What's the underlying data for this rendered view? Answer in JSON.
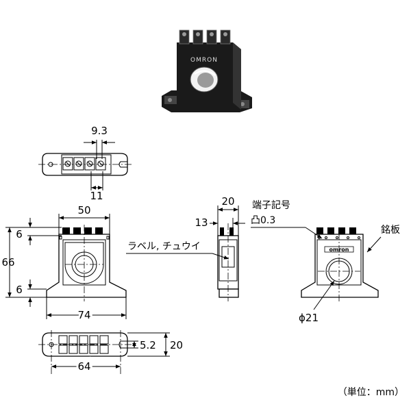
{
  "colors": {
    "ink": "#000000",
    "background": "#ffffff",
    "product_body": "#1a1a1a"
  },
  "product_photo": {
    "brand": "OMRON"
  },
  "top_view": {
    "pitch": "9.3",
    "span": "11"
  },
  "front_view": {
    "width": "50",
    "height": "66",
    "top_offset": "6",
    "bottom_offset": "6",
    "base_width": "74"
  },
  "side_view": {
    "width": "20",
    "protrusion": "13",
    "label": "ラベル, チュウイ"
  },
  "right_view": {
    "terminal_marking": "端子記号",
    "terminal_marking_depth": "凸0.3",
    "nameplate": "銘板",
    "hole_diameter": "ϕ21",
    "brand": "omron"
  },
  "bottom_view": {
    "mount_pitch": "64",
    "slot_width": "5.2",
    "depth": "20"
  },
  "units_note": "（単位：mm）"
}
